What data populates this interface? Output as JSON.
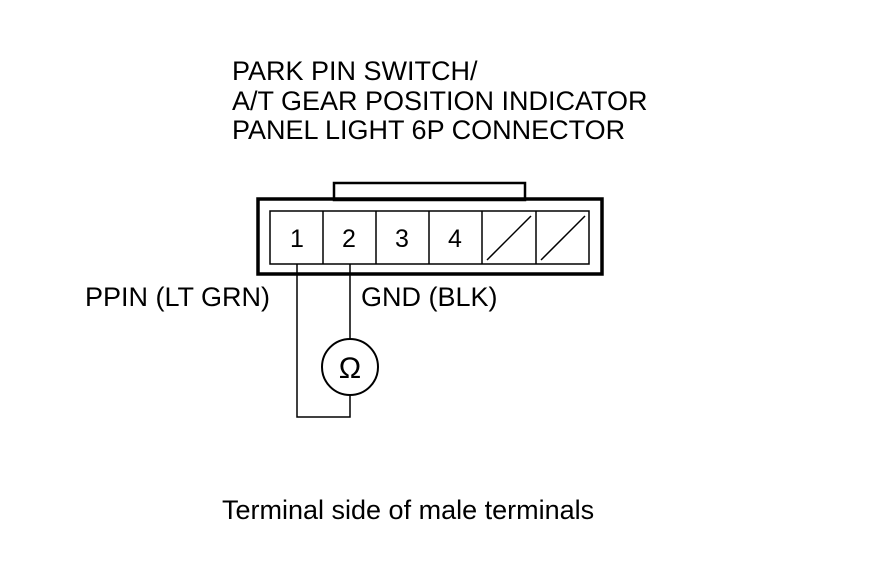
{
  "title": {
    "line1": "PARK PIN SWITCH/",
    "line2": "A/T GEAR POSITION INDICATOR",
    "line3": "PANEL LIGHT 6P CONNECTOR"
  },
  "connector": {
    "cavities": [
      {
        "label": "1",
        "empty": false
      },
      {
        "label": "2",
        "empty": false
      },
      {
        "label": "3",
        "empty": false
      },
      {
        "label": "4",
        "empty": false
      },
      {
        "label": "",
        "empty": true
      },
      {
        "label": "",
        "empty": true
      }
    ]
  },
  "wires": {
    "left_label": "PPIN (LT GRN)",
    "right_label": "GND (BLK)"
  },
  "meter": {
    "symbol": "Ω"
  },
  "caption": "Terminal side of male terminals"
}
